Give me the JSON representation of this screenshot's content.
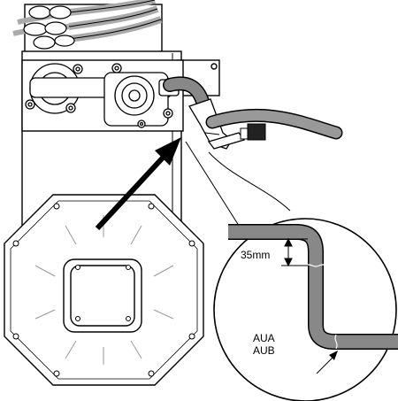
{
  "labels": {
    "dimension": "35mm",
    "model_line_1": "AUA",
    "model_line_2": "AUB"
  },
  "icons": {
    "pointer_arrow": "arrow-right-up-icon",
    "leader_arrow": "arrow-leader-icon"
  },
  "colors": {
    "line": "#000000",
    "fill": "#ffffff",
    "tube": "#888888",
    "cable": "#999999"
  }
}
